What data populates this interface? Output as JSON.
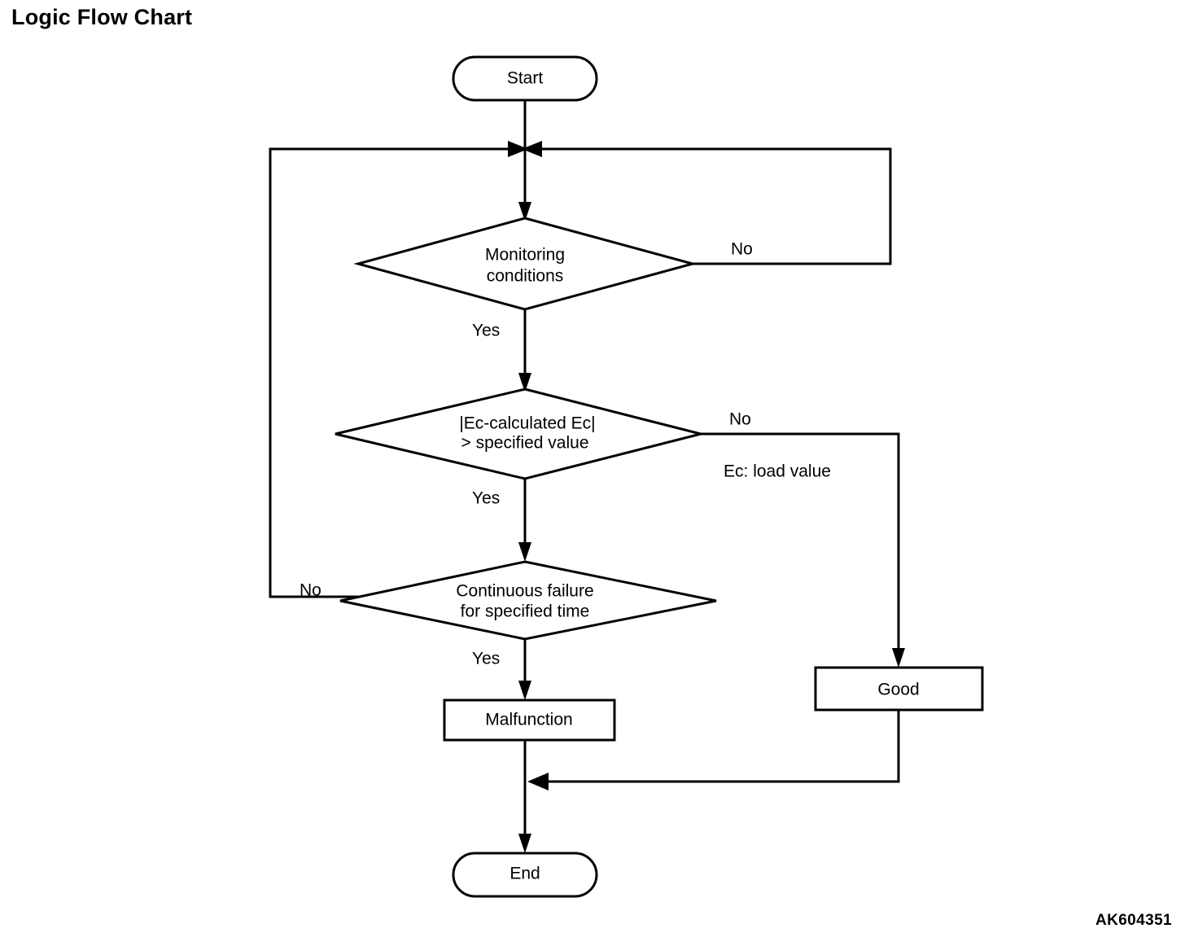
{
  "page": {
    "title": "Logic Flow Chart",
    "reference_code": "AK604351"
  },
  "chart_data": {
    "type": "diagram",
    "diagram_kind": "flowchart",
    "title": "Logic Flow Chart",
    "orientation": "top-to-bottom",
    "nodes": [
      {
        "id": "start",
        "shape": "terminal",
        "label": "Start"
      },
      {
        "id": "monitoring",
        "shape": "decision",
        "label": "Monitoring conditions",
        "line1": "Monitoring",
        "line2": "conditions"
      },
      {
        "id": "ec_check",
        "shape": "decision",
        "label": "|Ec-calculated Ec| > specified value",
        "line1": "|Ec-calculated Ec|",
        "line2": "> specified value"
      },
      {
        "id": "continuous",
        "shape": "decision",
        "label": "Continuous failure for specified time",
        "line1": "Continuous failure",
        "line2": "for specified time"
      },
      {
        "id": "malfunction",
        "shape": "process",
        "label": "Malfunction"
      },
      {
        "id": "good",
        "shape": "process",
        "label": "Good"
      },
      {
        "id": "end",
        "shape": "terminal",
        "label": "End"
      }
    ],
    "edges": [
      {
        "from": "start",
        "to": "monitoring",
        "label": ""
      },
      {
        "from": "monitoring",
        "to": "ec_check",
        "label": "Yes"
      },
      {
        "from": "monitoring",
        "to": "start_junction",
        "label": "No",
        "route": "right-loop-up"
      },
      {
        "from": "ec_check",
        "to": "continuous",
        "label": "Yes"
      },
      {
        "from": "ec_check",
        "to": "good",
        "label": "No",
        "route": "right-down"
      },
      {
        "from": "continuous",
        "to": "malfunction",
        "label": "Yes"
      },
      {
        "from": "continuous",
        "to": "start_junction",
        "label": "No",
        "route": "left-loop-up"
      },
      {
        "from": "malfunction",
        "to": "end",
        "label": ""
      },
      {
        "from": "good",
        "to": "end",
        "label": "",
        "route": "down-left-merge"
      }
    ],
    "annotations": [
      {
        "id": "ec_note",
        "text": "Ec: load value"
      }
    ],
    "edge_labels": {
      "yes": "Yes",
      "no": "No"
    }
  },
  "nodes": {
    "start": {
      "label": "Start"
    },
    "monitoring": {
      "line1": "Monitoring",
      "line2": "conditions"
    },
    "ec_check": {
      "line1": "|Ec-calculated Ec|",
      "line2": "> specified value"
    },
    "continuous": {
      "line1": "Continuous failure",
      "line2": "for specified time"
    },
    "malfunction": {
      "label": "Malfunction"
    },
    "good": {
      "label": "Good"
    },
    "end": {
      "label": "End"
    }
  },
  "labels": {
    "no_monitoring": "No",
    "yes_monitoring": "Yes",
    "no_ec": "No",
    "yes_ec": "Yes",
    "no_continuous": "No",
    "yes_continuous": "Yes",
    "ec_note": "Ec: load value"
  }
}
